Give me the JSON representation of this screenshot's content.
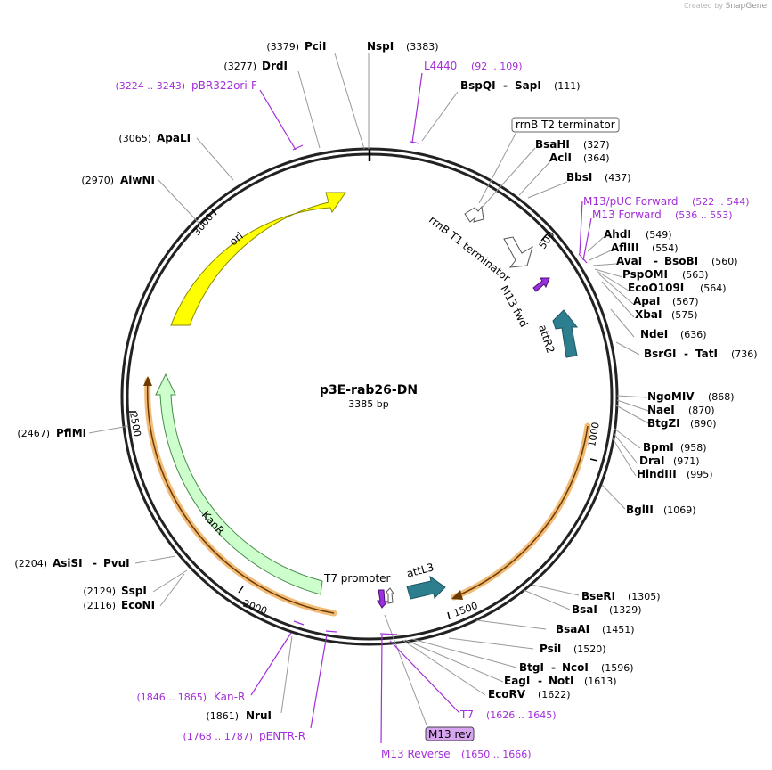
{
  "watermark": {
    "created_by": "Created by",
    "brand": "SnapGene"
  },
  "plasmid": {
    "name": "p3E-rab26-DN",
    "length": "3385 bp"
  },
  "ticks": [
    "500",
    "1000",
    "1500",
    "2000",
    "2500",
    "3000"
  ],
  "features": [
    {
      "id": "ori",
      "label": "ori",
      "color": "#ffff00",
      "stroke": "#8a8a00"
    },
    {
      "id": "kanr",
      "label": "KanR",
      "color": "#ccffcc",
      "stroke": "#4a8a4a"
    },
    {
      "id": "attr2",
      "label": "attR2",
      "color": "#2d7f8f",
      "stroke": "#1d5560"
    },
    {
      "id": "attl3",
      "label": "attL3",
      "color": "#2d7f8f",
      "stroke": "#1d5560"
    },
    {
      "id": "rrnb-t1",
      "label": "rrnB T1 terminator",
      "color": "#ffffff",
      "stroke": "#555555"
    },
    {
      "id": "rrnb-t2",
      "label": "rrnB T2 terminator",
      "color": "#ffffff",
      "stroke": "#555555"
    },
    {
      "id": "m13-fwd",
      "label": "M13 fwd",
      "color": "#9b30e0",
      "stroke": "#4a1070"
    },
    {
      "id": "t7-promoter",
      "label": "T7 promoter",
      "color": "#ffffff",
      "stroke": "#555555"
    }
  ],
  "sites": [
    {
      "name": "PciI",
      "pos": "(3379)"
    },
    {
      "name": "NspI",
      "pos": "(3383)"
    },
    {
      "name": "DrdI",
      "pos": "(3277)"
    },
    {
      "name": "BspQI",
      "name2": "SapI",
      "pos": "(111)"
    },
    {
      "name": "BsaHI",
      "pos": "(327)"
    },
    {
      "name": "AclI",
      "pos": "(364)"
    },
    {
      "name": "BbsI",
      "pos": "(437)"
    },
    {
      "name": "AhdI",
      "pos": "(549)"
    },
    {
      "name": "AflIII",
      "pos": "(554)"
    },
    {
      "name": "AvaI",
      "name2": "BsoBI",
      "pos": "(560)"
    },
    {
      "name": "PspOMI",
      "pos": "(563)"
    },
    {
      "name": "EcoO109I",
      "pos": "(564)"
    },
    {
      "name": "ApaI",
      "pos": "(567)"
    },
    {
      "name": "XbaI",
      "pos": "(575)"
    },
    {
      "name": "NdeI",
      "pos": "(636)"
    },
    {
      "name": "BsrGI",
      "name2": "TatI",
      "pos": "(736)"
    },
    {
      "name": "NgoMIV",
      "pos": "(868)"
    },
    {
      "name": "NaeI",
      "pos": "(870)"
    },
    {
      "name": "BtgZI",
      "pos": "(890)"
    },
    {
      "name": "BpmI",
      "pos": "(958)"
    },
    {
      "name": "DraI",
      "pos": "(971)"
    },
    {
      "name": "HindIII",
      "pos": "(995)"
    },
    {
      "name": "BglII",
      "pos": "(1069)"
    },
    {
      "name": "BseRI",
      "pos": "(1305)"
    },
    {
      "name": "BsaI",
      "pos": "(1329)"
    },
    {
      "name": "BsaAI",
      "pos": "(1451)"
    },
    {
      "name": "PsiI",
      "pos": "(1520)"
    },
    {
      "name": "BtgI",
      "name2": "NcoI",
      "pos": "(1596)"
    },
    {
      "name": "EagI",
      "name2": "NotI",
      "pos": "(1613)"
    },
    {
      "name": "EcoRV",
      "pos": "(1622)"
    },
    {
      "name": "NruI",
      "pos": "(1861)"
    },
    {
      "name": "EcoNI",
      "pos": "(2116)"
    },
    {
      "name": "SspI",
      "pos": "(2129)"
    },
    {
      "name": "AsiSI",
      "name2": "PvuI",
      "pos": "(2204)"
    },
    {
      "name": "PflMI",
      "pos": "(2467)"
    },
    {
      "name": "AlwNI",
      "pos": "(2970)"
    },
    {
      "name": "ApaLI",
      "pos": "(3065)"
    }
  ],
  "primers": [
    {
      "name": "L4440",
      "pos": "(92 .. 109)"
    },
    {
      "name": "pBR322ori-F",
      "pos": "(3224 .. 3243)"
    },
    {
      "name": "M13/pUC Forward",
      "pos": "(522 .. 544)"
    },
    {
      "name": "M13 Forward",
      "pos": "(536 .. 553)"
    },
    {
      "name": "T7",
      "pos": "(1626 .. 1645)"
    },
    {
      "name": "M13 Reverse",
      "pos": "(1650 .. 1666)"
    },
    {
      "name": "Kan-R",
      "pos": "(1846 .. 1865)"
    },
    {
      "name": "pENTR-R",
      "pos": "(1768 .. 1787)"
    }
  ],
  "boxed_labels": {
    "rrnb_t2": "rrnB T2 terminator",
    "m13_rev": "M13 rev"
  }
}
